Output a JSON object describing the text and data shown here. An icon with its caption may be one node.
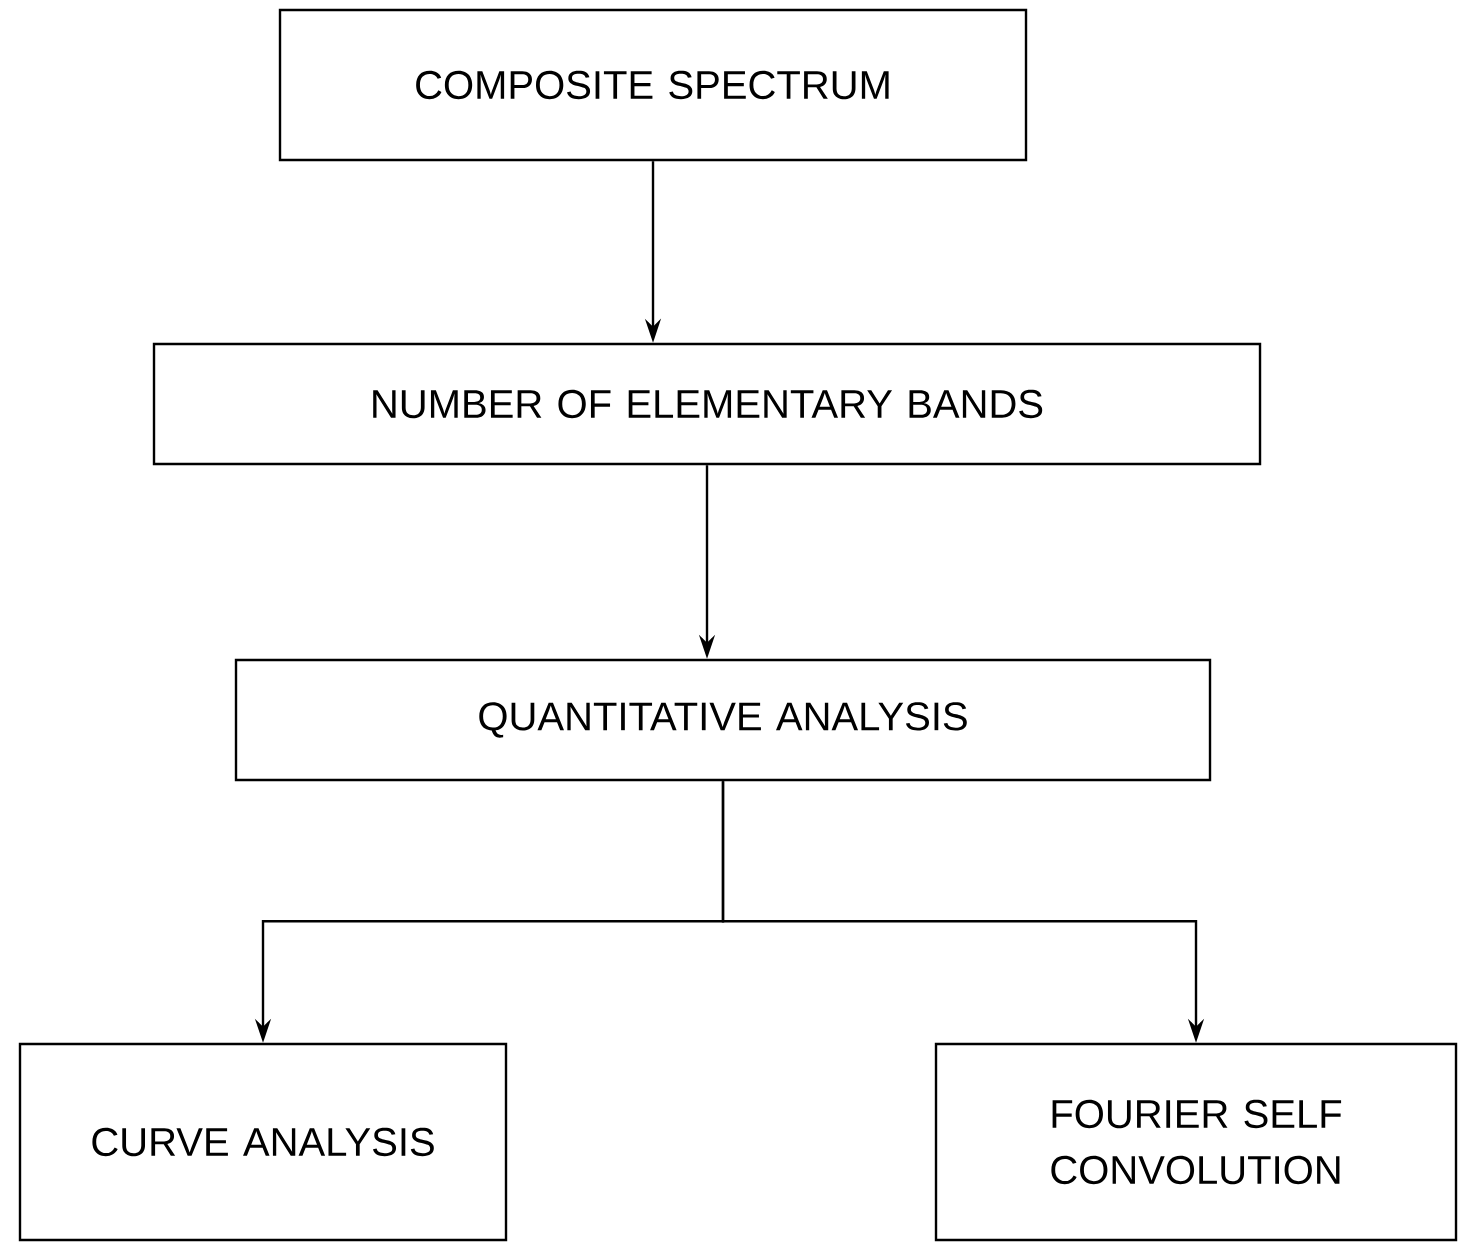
{
  "diagram": {
    "nodes": [
      {
        "text": [
          "COMPOSITE SPECTRUM"
        ]
      },
      {
        "text": [
          "NUMBER OF ELEMENTARY BANDS"
        ]
      },
      {
        "text": [
          "QUANTITATIVE ANALYSIS"
        ]
      },
      {
        "text": [
          "CURVE ANALYSIS"
        ]
      },
      {
        "text": [
          "FOURIER SELF CONVOLUTION"
        ]
      }
    ],
    "edges": [
      {
        "from": 0,
        "to": 1,
        "arrow": "to"
      },
      {
        "from": 1,
        "to": 2,
        "arrow": "to"
      },
      {
        "from": 2,
        "to": 3,
        "arrow": "to"
      },
      {
        "from": 2,
        "to": 4,
        "arrow": "to"
      }
    ]
  }
}
